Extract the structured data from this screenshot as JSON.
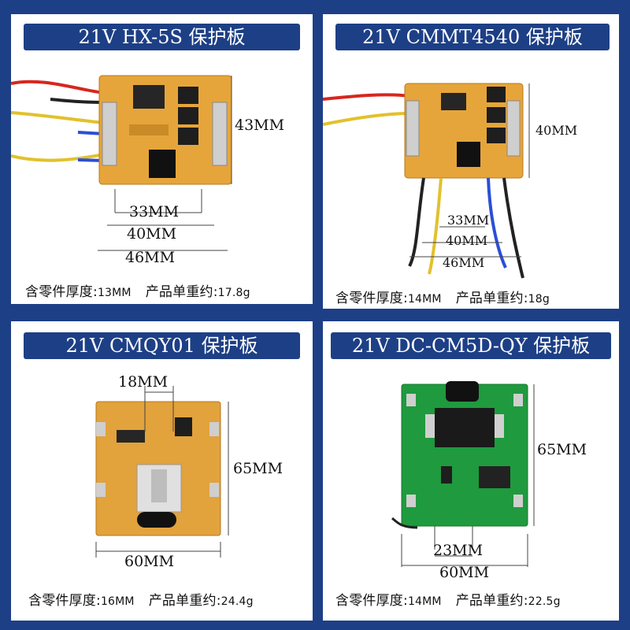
{
  "panels": [
    {
      "title": "21V HX-5S 保护板",
      "height_dim": "43MM",
      "width_dims": [
        "33MM",
        "40MM",
        "46MM"
      ],
      "thickness_label": "含零件厚度:",
      "thickness_value": "13MM",
      "weight_label": "产品单重约:",
      "weight_value": "17.8g",
      "board_color": "#e6a53a"
    },
    {
      "title": "21V CMMT4540 保护板",
      "height_dim": "40MM",
      "width_dims": [
        "33MM",
        "40MM",
        "46MM"
      ],
      "thickness_label": "含零件厚度:",
      "thickness_value": "14MM",
      "weight_label": "产品单重约:",
      "weight_value": "18g",
      "board_color": "#e6a53a"
    },
    {
      "title": "21V CMQY01 保护板",
      "height_dim": "65MM",
      "width_dims": [
        "18MM",
        "60MM"
      ],
      "thickness_label": "含零件厚度:",
      "thickness_value": "16MM",
      "weight_label": "产品单重约:",
      "weight_value": "24.4g",
      "board_color": "#e2a23c"
    },
    {
      "title": "21V DC-CM5D-QY 保护板",
      "height_dim": "65MM",
      "width_dims": [
        "23MM",
        "60MM"
      ],
      "thickness_label": "含零件厚度:",
      "thickness_value": "14MM",
      "weight_label": "产品单重约:",
      "weight_value": "22.5g",
      "board_color": "#1f9a3e"
    }
  ]
}
